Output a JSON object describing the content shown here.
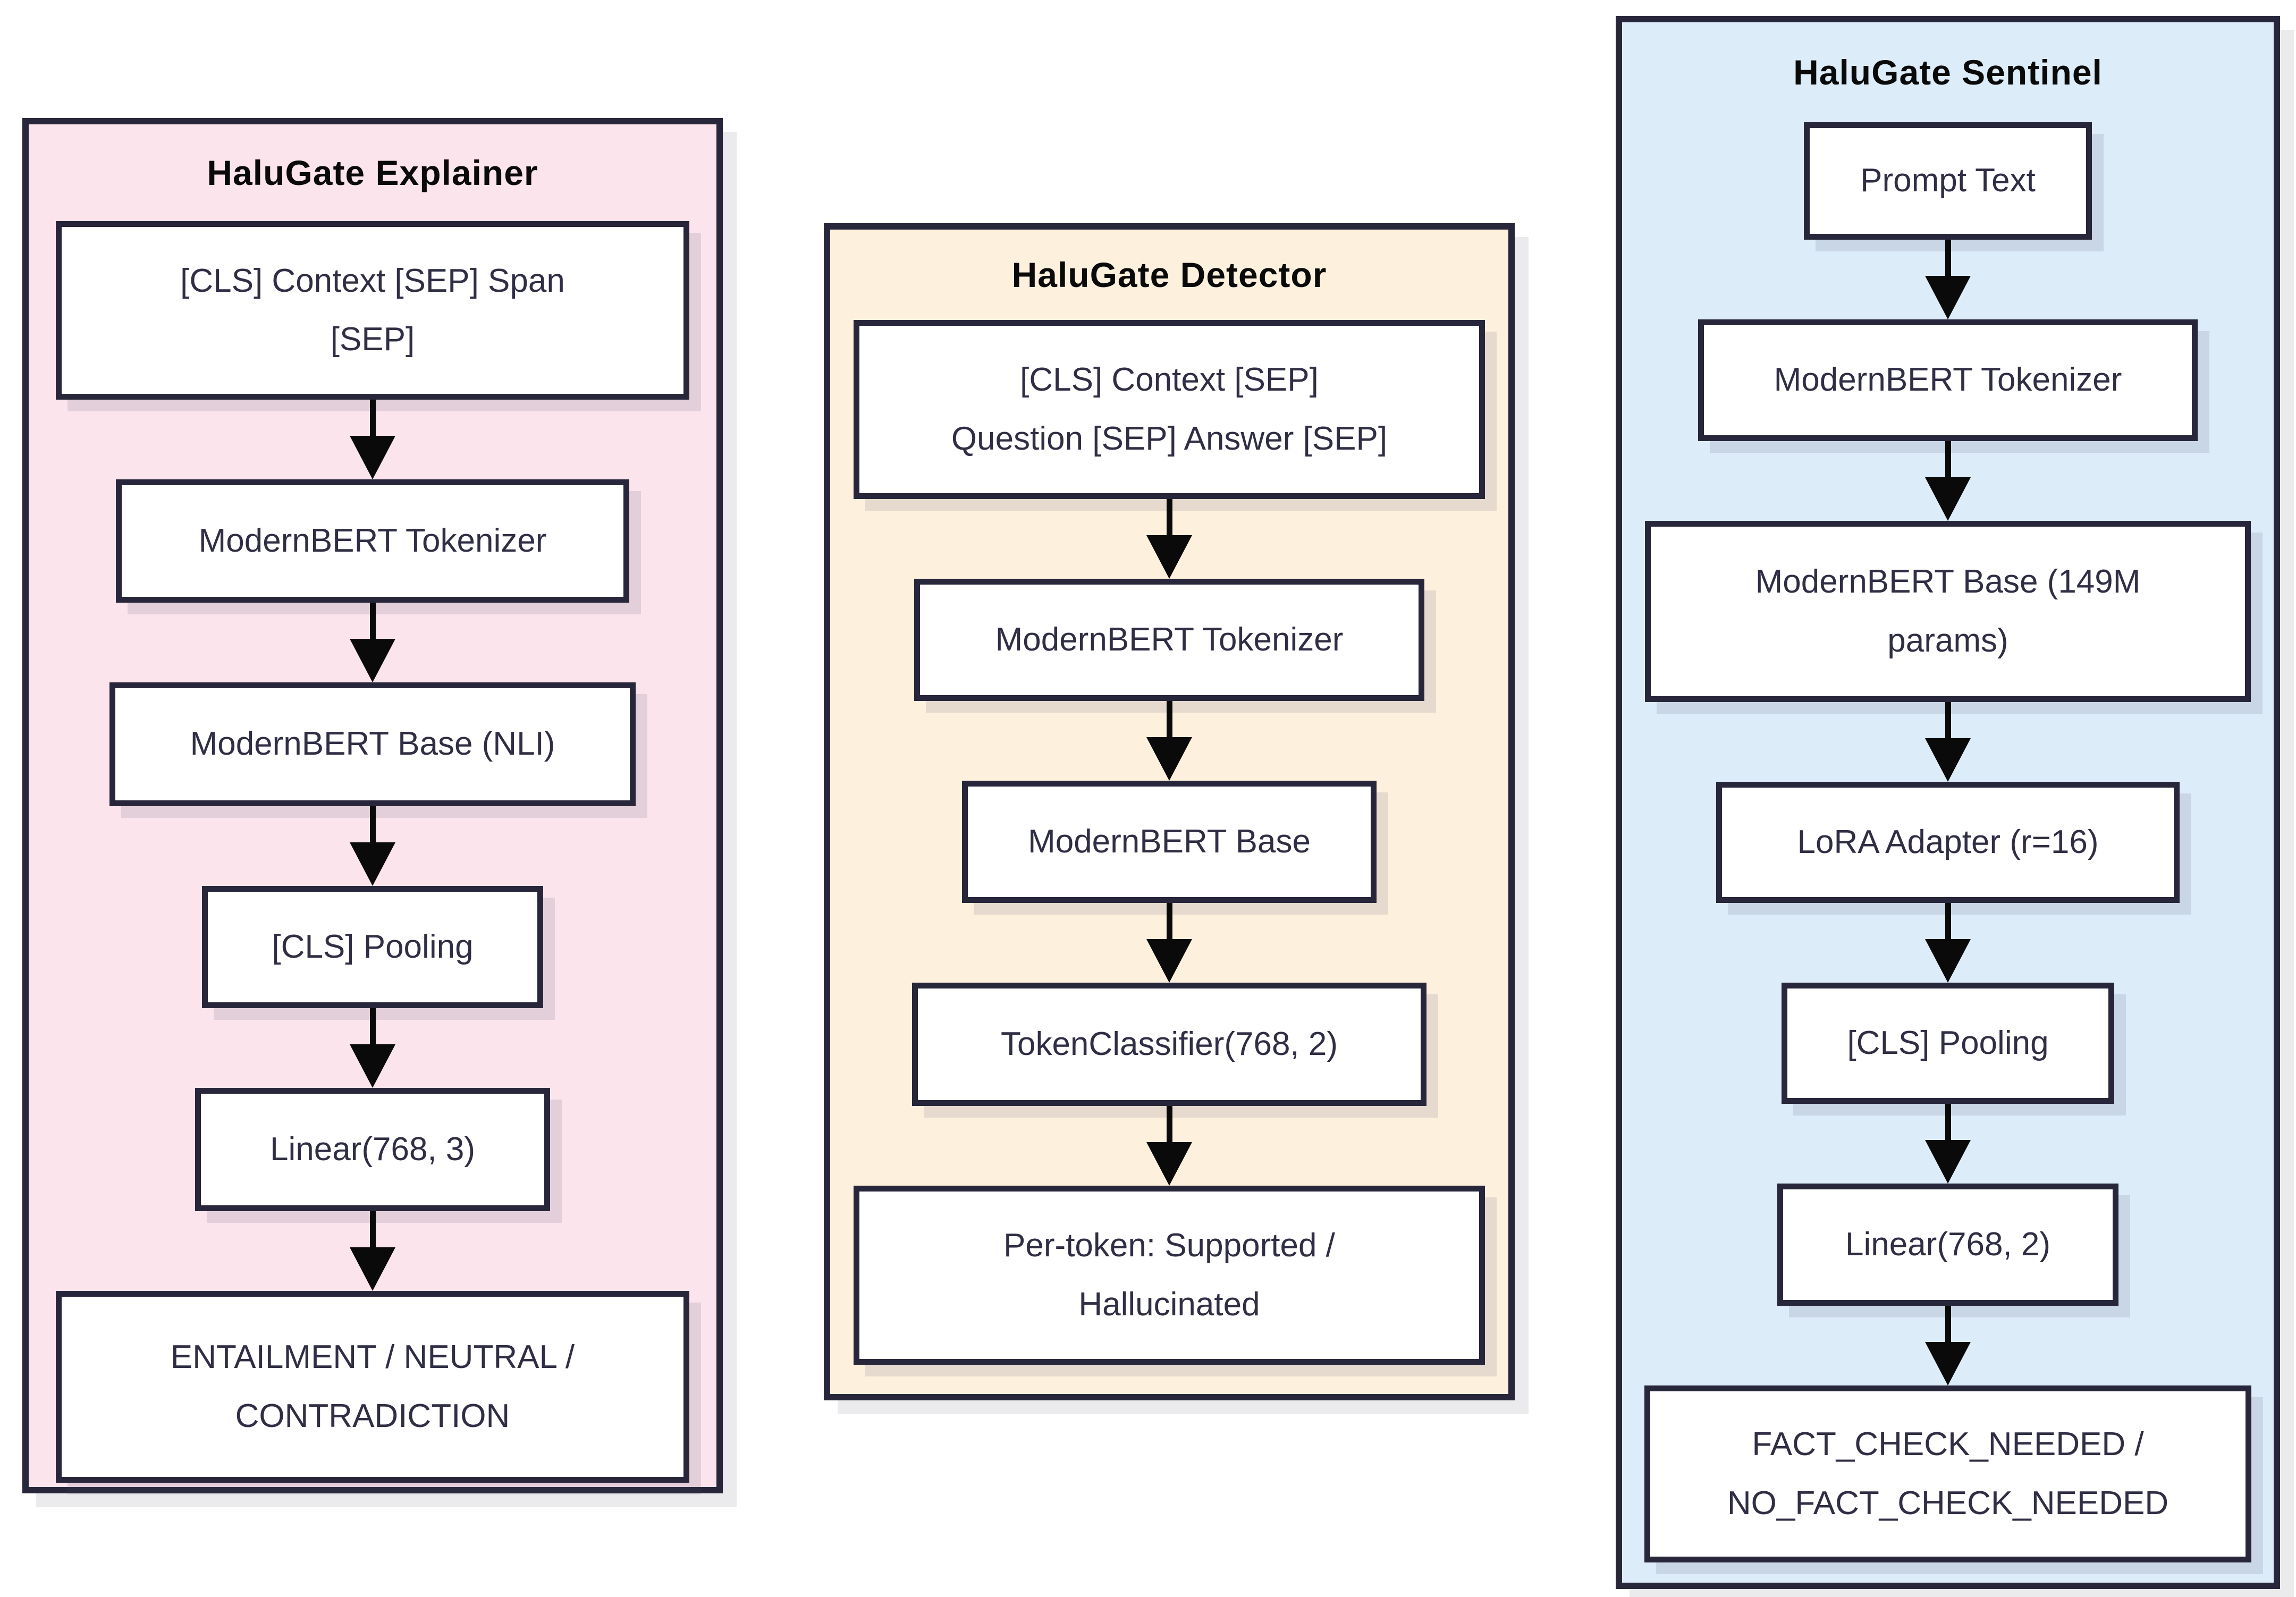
{
  "page": {
    "background": "#ffffff"
  },
  "colors": {
    "panel_border": "#27263a",
    "box_border": "#27263a",
    "box_background": "#ffffff",
    "box_text": "#2f2e45",
    "title_text": "#0a0a0a",
    "arrow": "#0a0a0a",
    "explainer_bg": "#fbe4ec",
    "detector_bg": "#fdf0dd",
    "sentinel_bg": "#ddecf9"
  },
  "panels": [
    {
      "id": "explainer",
      "title": "HaluGate Explainer",
      "nodes": [
        "[CLS] Context [SEP] Span\n[SEP]",
        "ModernBERT Tokenizer",
        "ModernBERT Base (NLI)",
        "[CLS] Pooling",
        "Linear(768, 3)",
        "ENTAILMENT / NEUTRAL /\nCONTRADICTION"
      ]
    },
    {
      "id": "detector",
      "title": "HaluGate Detector",
      "nodes": [
        "[CLS] Context [SEP]\nQuestion [SEP] Answer [SEP]",
        "ModernBERT Tokenizer",
        "ModernBERT Base",
        "TokenClassifier(768, 2)",
        "Per-token: Supported /\nHallucinated"
      ]
    },
    {
      "id": "sentinel",
      "title": "HaluGate Sentinel",
      "nodes": [
        "Prompt Text",
        "ModernBERT Tokenizer",
        "ModernBERT Base (149M\nparams)",
        "LoRA Adapter (r=16)",
        "[CLS] Pooling",
        "Linear(768, 2)",
        "FACT_CHECK_NEEDED /\nNO_FACT_CHECK_NEEDED"
      ]
    }
  ]
}
